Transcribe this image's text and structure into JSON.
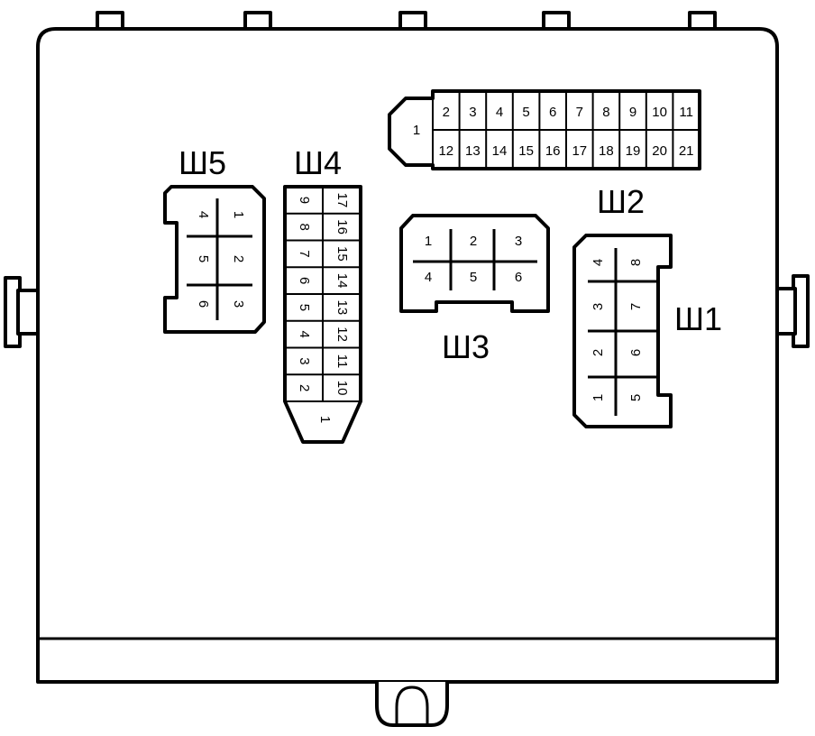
{
  "colors": {
    "stroke": "#000000",
    "background": "#ffffff"
  },
  "connectors": {
    "sh1": {
      "label": "Ш1",
      "pins": [
        "1",
        "2",
        "3",
        "4",
        "5",
        "6",
        "7",
        "8"
      ]
    },
    "sh2": {
      "label": "Ш2",
      "pin_big": "1",
      "top_pins": [
        "2",
        "3",
        "4",
        "5",
        "6",
        "7",
        "8",
        "9",
        "10",
        "11"
      ],
      "bottom_pins": [
        "12",
        "13",
        "14",
        "15",
        "16",
        "17",
        "18",
        "19",
        "20",
        "21"
      ]
    },
    "sh3": {
      "label": "Ш3",
      "pins": [
        "1",
        "2",
        "3",
        "4",
        "5",
        "6"
      ]
    },
    "sh4": {
      "label": "Ш4",
      "pin_big": "1",
      "left_pins": [
        "9",
        "8",
        "7",
        "6",
        "5",
        "4",
        "3",
        "2"
      ],
      "right_pins": [
        "17",
        "16",
        "15",
        "14",
        "13",
        "12",
        "11",
        "10"
      ]
    },
    "sh5": {
      "label": "Ш5",
      "pins": [
        "1",
        "2",
        "3",
        "4",
        "5",
        "6"
      ]
    }
  }
}
